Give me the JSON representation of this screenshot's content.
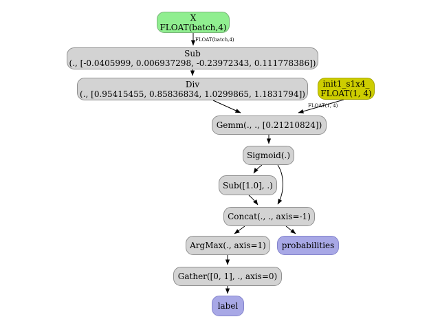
{
  "diagram": {
    "title": "onnx-model-graph",
    "nodes": {
      "x_input": {
        "line1": "X",
        "line2": "FLOAT(batch,4)"
      },
      "sub": {
        "line1": "Sub",
        "line2": "(., [-0.0405999, 0.006937298, -0.23972343, 0.111778386])"
      },
      "div": {
        "line1": "Div",
        "line2": "(., [0.95415455, 0.85836834, 1.0299865, 1.1831794])"
      },
      "init1_s1x4": {
        "line1": "init1_s1x4_",
        "line2": "FLOAT(1, 4)"
      },
      "gemm": {
        "label": "Gemm(., ., [0.21210824])"
      },
      "sigmoid": {
        "label": "Sigmoid(.)"
      },
      "sub_const": {
        "label": "Sub([1.0], .)"
      },
      "concat": {
        "label": "Concat(., ., axis=-1)"
      },
      "argmax": {
        "label": "ArgMax(., axis=1)"
      },
      "probabilities": {
        "label": "probabilities"
      },
      "gather": {
        "label": "Gather([0, 1], ., axis=0)"
      },
      "label_output": {
        "label": "label"
      }
    },
    "edge_labels": {
      "x_to_sub": "FLOAT(batch,4)",
      "init_to_gemm": "FLOAT(1, 4)"
    },
    "colors": {
      "input_fill": "#90ee90",
      "operator_fill": "#d3d3d3",
      "initializer_fill": "#cdcd00",
      "output_fill": "#a8a8e6",
      "edge": "#000000"
    }
  }
}
